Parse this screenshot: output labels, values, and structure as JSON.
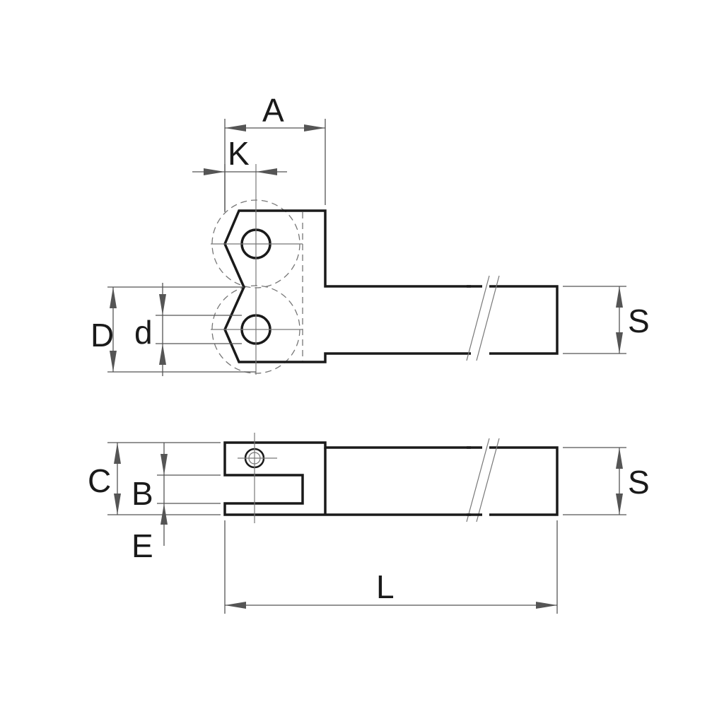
{
  "labels": {
    "A": "A",
    "K": "K",
    "D": "D",
    "d": "d",
    "S_top": "S",
    "C": "C",
    "B": "B",
    "E": "E",
    "S_bottom": "S",
    "L": "L"
  }
}
